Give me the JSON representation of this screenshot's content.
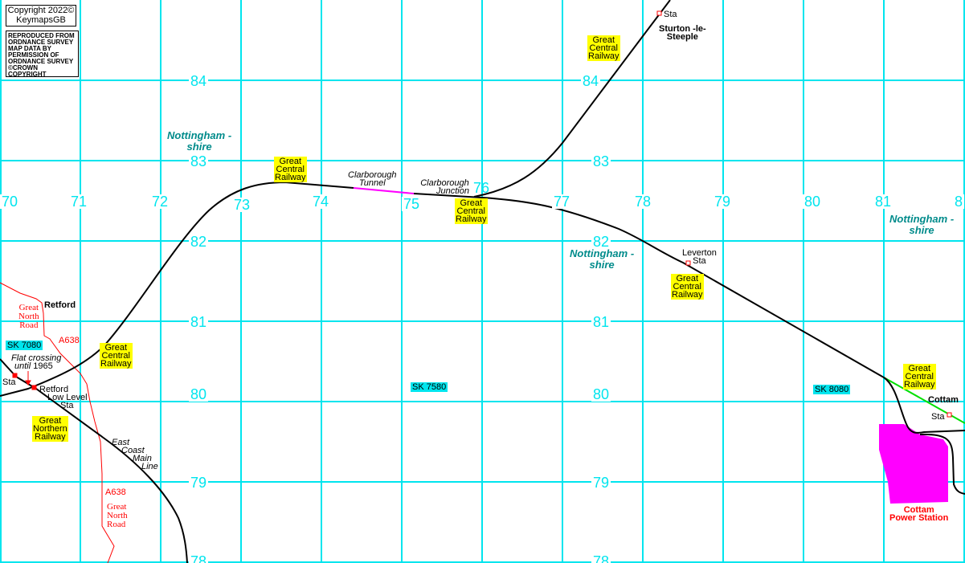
{
  "copyright": {
    "line1": "Copyright 2022©",
    "line2": "KeymapsGB"
  },
  "os_notice": [
    "REPRODUCED FROM",
    "ORDNANCE SURVEY",
    "MAP DATA BY",
    "PERMISSION OF",
    "ORDNANCE SURVEY",
    "©CROWN COPYRIGHT"
  ],
  "eastings": [
    "70",
    "71",
    "72",
    "73",
    "74",
    "75",
    "76",
    "77",
    "78",
    "79",
    "80",
    "81",
    "8"
  ],
  "northings_left": [
    "84",
    "83",
    "82",
    "81",
    "80",
    "79",
    "78"
  ],
  "northings_right": [
    "84",
    "83",
    "82",
    "81",
    "80",
    "79",
    "78"
  ],
  "grid_refs": [
    "SK 7080",
    "SK 7580",
    "SK 8080"
  ],
  "county": {
    "line1": "Nottingham -",
    "line2": "shire"
  },
  "railway": {
    "gcr": [
      "Great",
      "Central",
      "Railway"
    ],
    "gnr": [
      "Great",
      "Northern",
      "Railway"
    ]
  },
  "places": {
    "retford": "Retford",
    "sturton": [
      "Sturton -le-",
      "Steeple"
    ],
    "cottam": "Cottam",
    "power_station": [
      "Cottam",
      "Power Station"
    ]
  },
  "stations": {
    "sta": "Sta",
    "retford_low": [
      "Retford",
      "Low Level",
      "Sta"
    ],
    "leverton": [
      "Leverton",
      "Sta"
    ]
  },
  "features": {
    "tunnel": [
      "Clarborough",
      "Tunnel"
    ],
    "junction": [
      "Clarborough",
      "Junction"
    ],
    "flat_crossing": [
      "Flat crossing",
      "until",
      "1965"
    ],
    "ecml": [
      "East",
      "Coast",
      "Main",
      "Line"
    ]
  },
  "roads": {
    "a638": "A638",
    "gnr_road": [
      "Great",
      "North",
      "Road"
    ]
  },
  "colors": {
    "grid": "#00e5ee",
    "county": "#008b8b",
    "railway_label": "#ffff00",
    "road": "#ff0000",
    "tunnel": "#ff00ff",
    "power_station": "#ff00ff",
    "dismantled": "#00e000"
  }
}
